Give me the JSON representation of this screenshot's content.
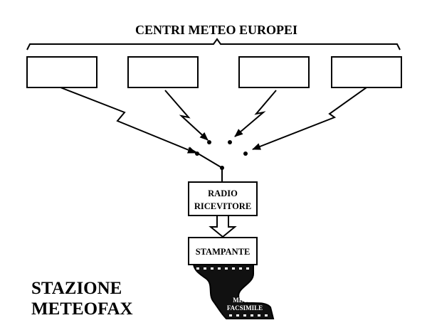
{
  "header": {
    "title": "CENTRI METEO EUROPEI"
  },
  "receiver": {
    "line1": "RADIO",
    "line2": "RICEVITORE"
  },
  "printer": {
    "label": "STAMPANTE"
  },
  "output": {
    "line1": "METEO",
    "line2": "FACSIMILE"
  },
  "station": {
    "line1": "STAZIONE",
    "line2": "METEOFAX"
  },
  "colors": {
    "ink": "#000000",
    "paper": "#ffffff"
  }
}
